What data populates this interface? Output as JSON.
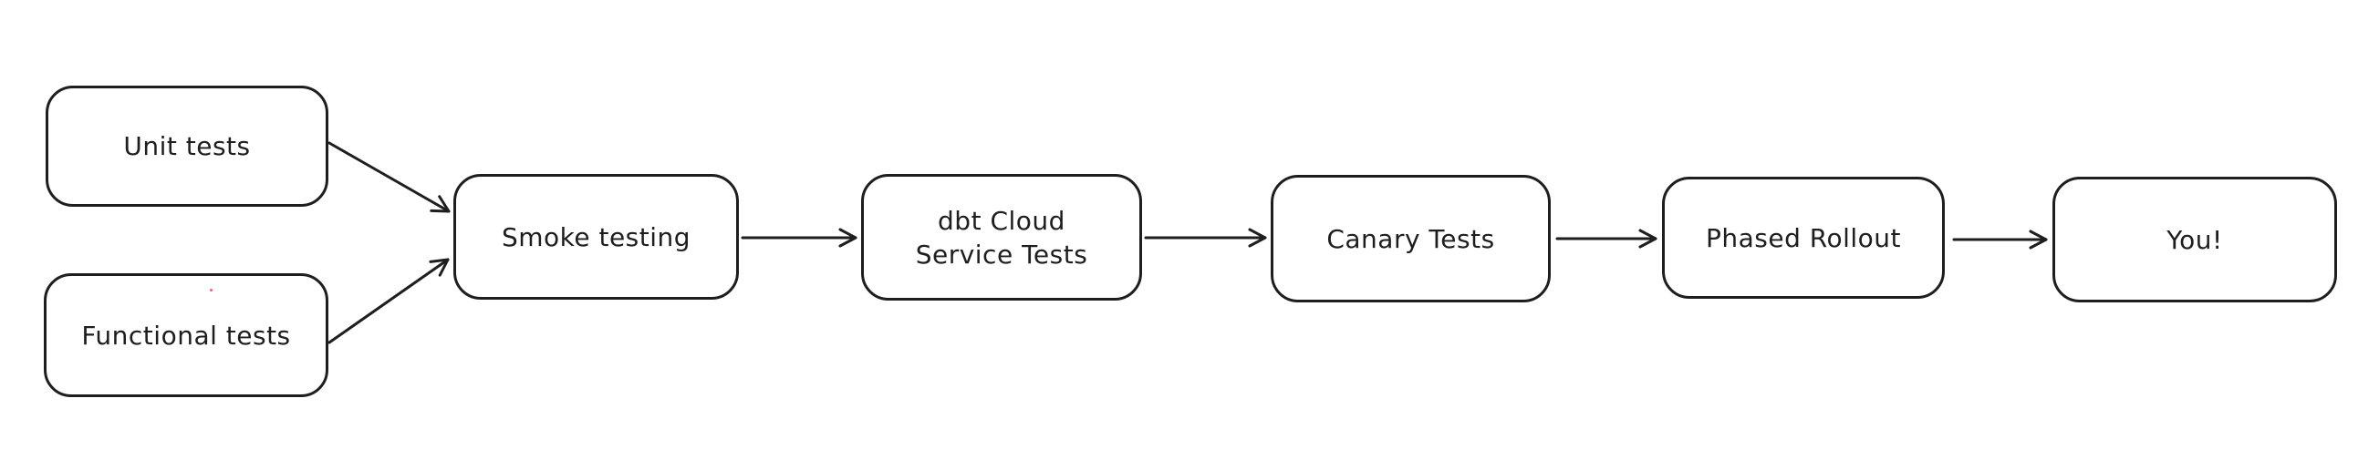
{
  "diagram": {
    "background_color": "#ffffff",
    "stroke_color": "#1e1e1e",
    "node_fill_color": "#ffffff",
    "stray_dot_color": "#e03131",
    "nodes": [
      {
        "id": "unit-tests",
        "label": "Unit tests"
      },
      {
        "id": "functional-tests",
        "label": "Functional tests"
      },
      {
        "id": "smoke-testing",
        "label": "Smoke testing"
      },
      {
        "id": "dbt-cloud-service-tests",
        "label": "dbt Cloud Service Tests",
        "lines": [
          "dbt Cloud",
          "Service Tests"
        ]
      },
      {
        "id": "canary-tests",
        "label": "Canary Tests"
      },
      {
        "id": "phased-rollout",
        "label": "Phased Rollout"
      },
      {
        "id": "you",
        "label": "You!"
      }
    ],
    "edges": [
      {
        "from": "unit-tests",
        "to": "smoke-testing"
      },
      {
        "from": "functional-tests",
        "to": "smoke-testing"
      },
      {
        "from": "smoke-testing",
        "to": "dbt-cloud-service-tests"
      },
      {
        "from": "dbt-cloud-service-tests",
        "to": "canary-tests"
      },
      {
        "from": "canary-tests",
        "to": "phased-rollout"
      },
      {
        "from": "phased-rollout",
        "to": "you"
      }
    ]
  }
}
